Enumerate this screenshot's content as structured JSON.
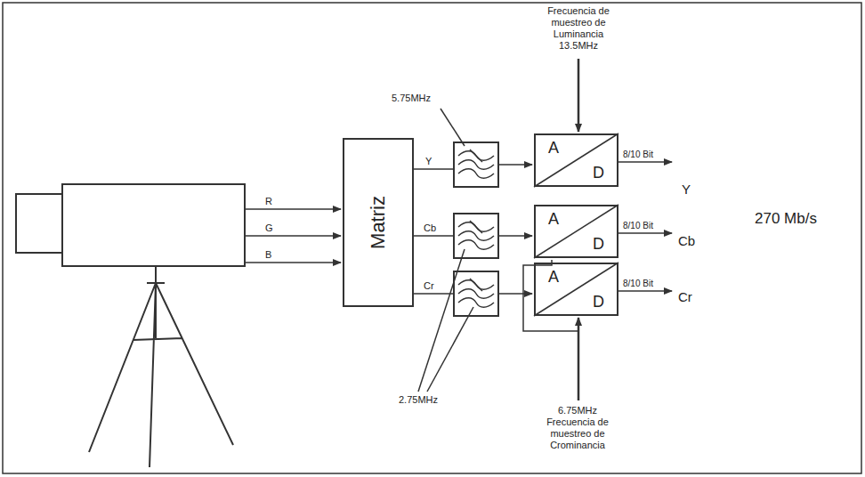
{
  "diagram": {
    "nodes": [
      {
        "text": [
          "Matriz"
        ]
      },
      {
        "text": [
          "A",
          "D"
        ]
      },
      {
        "text": [
          "A",
          "D"
        ]
      },
      {
        "text": [
          "A",
          "D"
        ]
      }
    ],
    "labels": [
      "Frecuencia de muestreo de Luminancia 13.5MHz",
      "5.75MHz",
      "R",
      "G",
      "B",
      "Y",
      "Cb",
      "Cr",
      "2.75MHz",
      "8/10 Bit",
      "8/10 Bit",
      "8/10 Bit",
      "Y",
      "Cb",
      "Cr",
      "270 Mb/s",
      "6.75MHz Frecuencia de muestreo de Crominancia"
    ]
  }
}
